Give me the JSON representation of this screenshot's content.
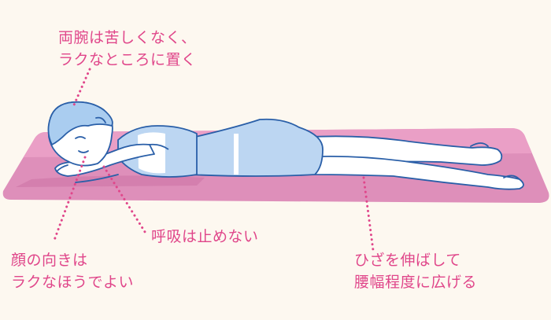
{
  "captions": {
    "arms": [
      "両腕は苦しくなく、",
      "ラクなところに置く"
    ],
    "face": [
      "顔の向きは",
      "ラクなほうでよい"
    ],
    "breath": [
      "呼吸は止めない"
    ],
    "knees": [
      "ひざを伸ばして",
      "腰幅程度に広げる"
    ]
  },
  "colors": {
    "text": "#e0468a",
    "mat": "#de8fba",
    "mat_top": "#ea9fc6",
    "outfit": "#bcd6f2",
    "skin": "#ffffff",
    "outline": "#2a5fa8",
    "hair": "#aacdf0"
  }
}
